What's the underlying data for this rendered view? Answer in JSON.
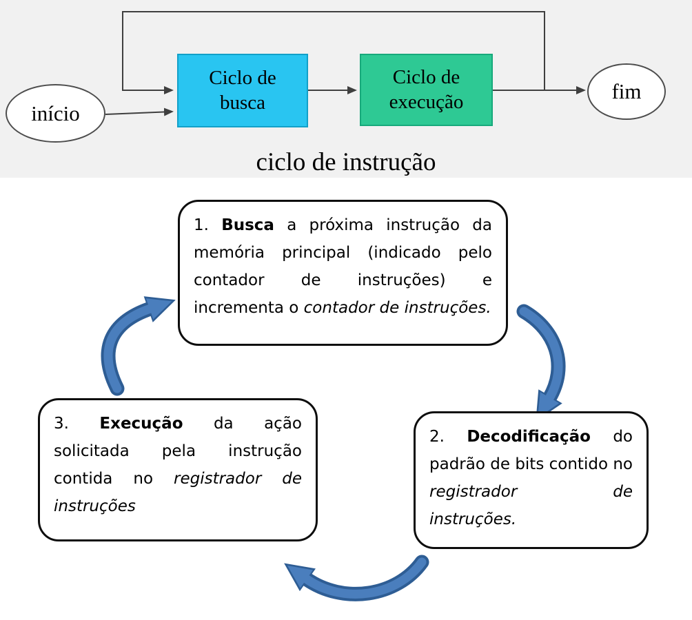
{
  "flowchart": {
    "start_label": "início",
    "fetch_label": "Ciclo de\nbusca",
    "execute_label": "Ciclo de\nexecução",
    "end_label": "fim",
    "caption": "ciclo de instrução",
    "fetch_fill": "#29c5f1",
    "execute_fill": "#2ec994",
    "connector_color": "#3f3f3f"
  },
  "cycle": {
    "arrow_fill": "#4a7ebd",
    "arrow_outline": "#2e5d94",
    "step1": [
      {
        "t": "1. ",
        "s": ""
      },
      {
        "t": "Busca",
        "s": "b"
      },
      {
        "t": " a próxima instrução da memória principal (indicado pelo contador de instruções) e incrementa o ",
        "s": ""
      },
      {
        "t": "contador de instruções.",
        "s": "i"
      }
    ],
    "step2": [
      {
        "t": "2. ",
        "s": ""
      },
      {
        "t": "Decodificação",
        "s": "b"
      },
      {
        "t": " do padrão de bits contido no ",
        "s": ""
      },
      {
        "t": "registrador de instruções.",
        "s": "i"
      }
    ],
    "step3": [
      {
        "t": "3. ",
        "s": ""
      },
      {
        "t": "Execução",
        "s": "b"
      },
      {
        "t": " da ação solicitada pela instrução contida no ",
        "s": ""
      },
      {
        "t": "registrador de instruções",
        "s": "i"
      }
    ]
  }
}
